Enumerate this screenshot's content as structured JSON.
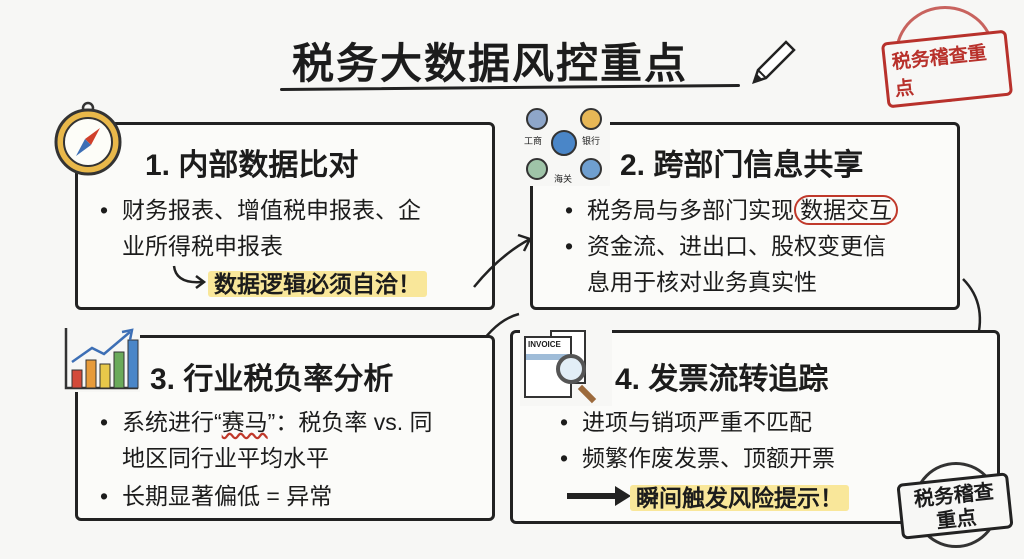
{
  "title": "税务大数据风控重点",
  "stamp_top": "税务稽查重点",
  "stamp_bottom": {
    "line1": "税务稽查",
    "line2": "重点"
  },
  "sections": [
    {
      "header": "1. 内部数据比对",
      "bullets": [
        {
          "line1": "财务报表、增值税申报表、企",
          "line2": "业所得税申报表"
        }
      ],
      "highlight": "数据逻辑必须自洽！"
    },
    {
      "header": "2. 跨部门信息共享",
      "bullets": [
        {
          "line1": "税务局与多部门实现",
          "circled": "数据交互"
        },
        {
          "line1": "资金流、进出口、股权变更信",
          "line2": "息用于核对业务真实性"
        }
      ],
      "icon_labels": [
        "工商",
        "银行",
        "海关"
      ]
    },
    {
      "header": "3. 行业税负率分析",
      "bullets": [
        {
          "line1a": "系统进行“",
          "wavy": "赛马",
          "line1b": "”：税负率 vs. 同",
          "line2": "地区同行业平均水平"
        },
        {
          "line1": "长期显著偏低 = 异常"
        }
      ]
    },
    {
      "header": "4. 发票流转追踪",
      "bullets": [
        {
          "line1": "进项与销项严重不匹配"
        },
        {
          "line1": "频繁作废发票、顶额开票"
        }
      ],
      "highlight": "瞬间触发风险提示！",
      "icon_label": "INVOICE"
    }
  ],
  "bullet_char": "•",
  "colors": {
    "stamp": "#b8312b",
    "highlight": "#f9e79a",
    "ink": "#1c1c1c"
  }
}
